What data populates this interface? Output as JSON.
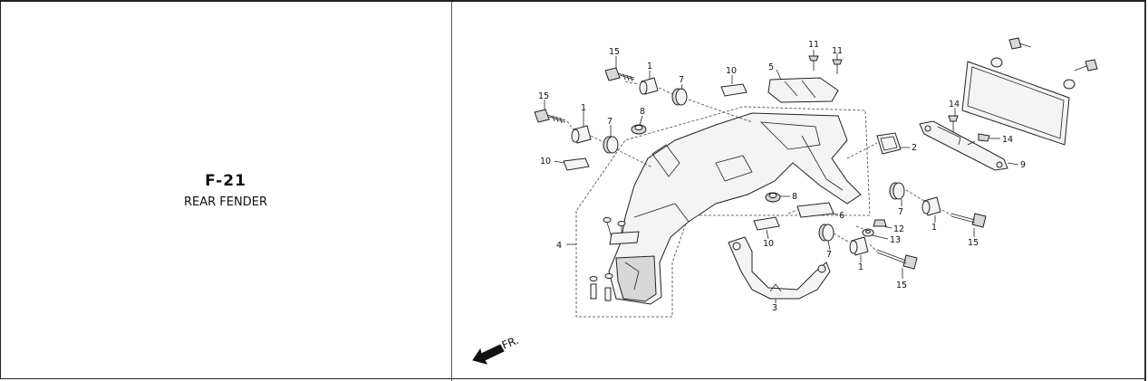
{
  "section": {
    "code": "F-21",
    "name": "REAR FENDER"
  },
  "direction_label": "FR.",
  "callouts": [
    "1",
    "2",
    "3",
    "4",
    "5",
    "6",
    "7",
    "8",
    "9",
    "10",
    "11",
    "12",
    "13",
    "14",
    "15"
  ]
}
